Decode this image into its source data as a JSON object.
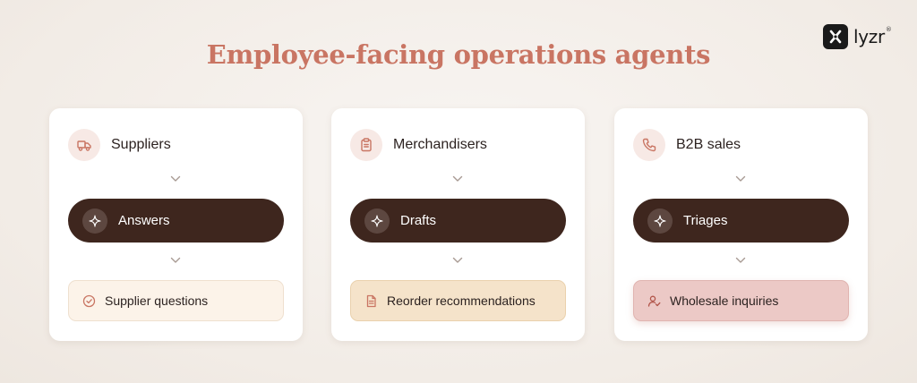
{
  "title": "Employee-facing operations agents",
  "logo": {
    "text": "lyzr",
    "tm": "®"
  },
  "colors": {
    "accent": "#c97563",
    "pill": "#3e261e",
    "output_1": "#fcf3e9",
    "output_2": "#f5e3ca",
    "output_3": "#ecc9c6"
  },
  "cards": [
    {
      "source": "Suppliers",
      "source_icon": "truck-icon",
      "action": "Answers",
      "action_icon": "sparkle-icon",
      "output": "Supplier questions",
      "output_icon": "check-circle-icon"
    },
    {
      "source": "Merchandisers",
      "source_icon": "clipboard-icon",
      "action": "Drafts",
      "action_icon": "sparkle-icon",
      "output": "Reorder recommendations",
      "output_icon": "document-icon"
    },
    {
      "source": "B2B sales",
      "source_icon": "phone-icon",
      "action": "Triages",
      "action_icon": "sparkle-icon",
      "output": "Wholesale inquiries",
      "output_icon": "user-check-icon"
    }
  ]
}
